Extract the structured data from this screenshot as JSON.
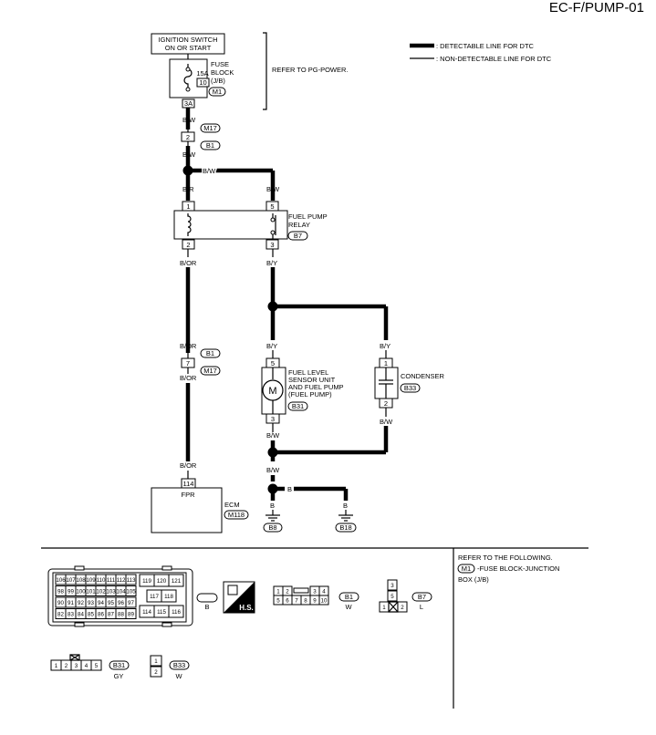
{
  "page_id": "EC-F/PUMP-01",
  "legend": {
    "detectable": ": DETECTABLE LINE FOR DTC",
    "non_detectable": ": NON-DETECTABLE LINE FOR DTC"
  },
  "ignition": {
    "line1": "IGNITION SWITCH",
    "line2": "ON OR START"
  },
  "fuse": {
    "amp": "15A",
    "num": "10",
    "terminal": "3A",
    "name1": "FUSE",
    "name2": "BLOCK",
    "name3": "(J/B)",
    "connector": "M1",
    "refer": "REFER TO PG-POWER."
  },
  "wires": {
    "bw": "B/W",
    "br": "B/R",
    "bor": "B/OR",
    "by": "B/Y",
    "b": "B"
  },
  "connectors": {
    "m17": "M17",
    "b1": "B1",
    "b7": "B7",
    "b31": "B31",
    "b33": "B33",
    "m118": "M118",
    "b8": "B8",
    "b18": "B18"
  },
  "terminals": {
    "t2": "2",
    "t7": "7",
    "t1": "1",
    "t5": "5",
    "t3": "3",
    "t114": "114"
  },
  "relay": {
    "name1": "FUEL PUMP",
    "name2": "RELAY"
  },
  "fuel_unit": {
    "l1": "FUEL LEVEL",
    "l2": "SENSOR UNIT",
    "l3": "AND FUEL PUMP",
    "l4": "(FUEL PUMP)",
    "motor": "M"
  },
  "condenser": {
    "name": "CONDENSER"
  },
  "ecm": {
    "name": "ECM",
    "pin": "FPR"
  },
  "connector_views": {
    "m118_rows": [
      [
        "106",
        "107",
        "108",
        "109",
        "110",
        "111",
        "112",
        "113"
      ],
      [
        "98",
        "99",
        "100",
        "101",
        "102",
        "103",
        "104",
        "105"
      ],
      [
        "90",
        "91",
        "92",
        "93",
        "94",
        "95",
        "96",
        "97"
      ],
      [
        "82",
        "83",
        "84",
        "85",
        "86",
        "87",
        "88",
        "89"
      ]
    ],
    "m118_right_top": [
      "119",
      "120",
      "121"
    ],
    "m118_right_mid": [
      "117",
      "118"
    ],
    "m118_right_bot": [
      "114",
      "115",
      "116"
    ],
    "m118_color": "B",
    "hs": "H.S.",
    "b1_top": [
      "1",
      "2",
      "3",
      "4"
    ],
    "b1_bot": [
      "5",
      "6",
      "7",
      "8",
      "9",
      "10"
    ],
    "b1_color": "W",
    "b7_pins": [
      "3",
      "5",
      "1",
      "2"
    ],
    "b7_color": "L",
    "b31_pins": [
      "1",
      "2",
      "3",
      "4",
      "5"
    ],
    "b31_color": "GY",
    "b33_pins": [
      "1",
      "2"
    ],
    "b33_color": "W"
  },
  "refer_box": {
    "line1": "REFER TO THE FOLLOWING.",
    "conn": "M1",
    "line2": "-FUSE BLOCK-JUNCTION",
    "line3": "BOX (J/B)"
  }
}
